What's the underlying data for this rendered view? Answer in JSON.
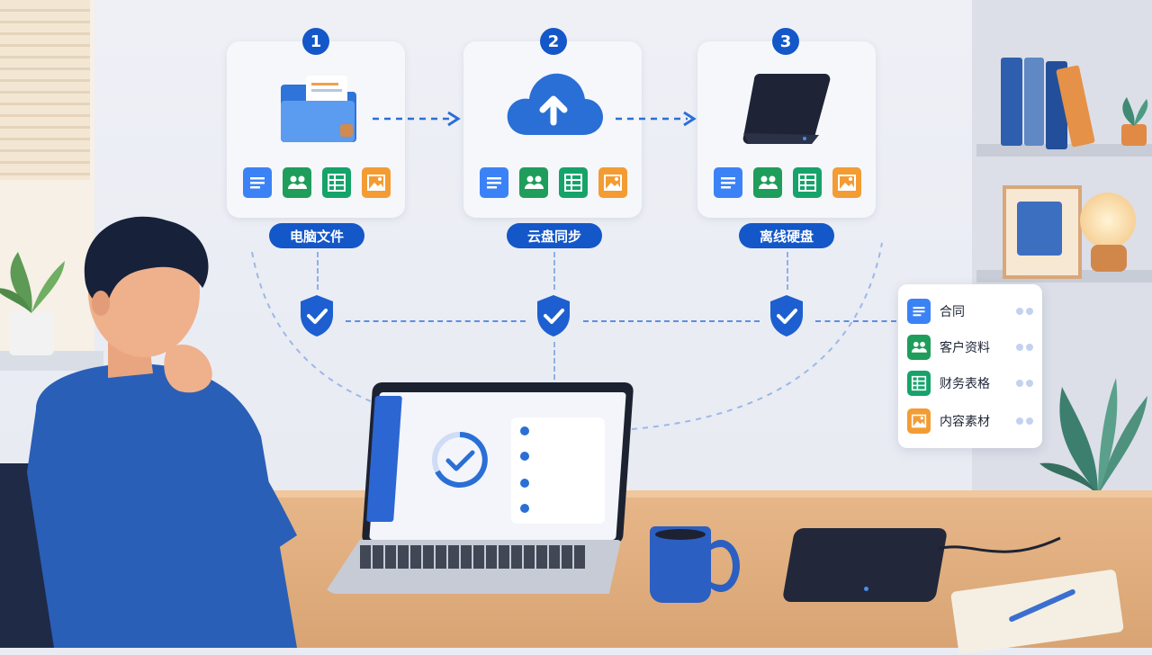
{
  "stages": [
    {
      "number": "1",
      "label": "电脑文件",
      "icon": "folder-icon"
    },
    {
      "number": "2",
      "label": "云盘同步",
      "icon": "cloud-upload-icon"
    },
    {
      "number": "3",
      "label": "离线硬盘",
      "icon": "hard-drive-icon"
    }
  ],
  "file_types": [
    "document-icon",
    "contacts-icon",
    "spreadsheet-icon",
    "image-icon"
  ],
  "file_list": [
    {
      "label": "合同",
      "icon": "document-icon",
      "color": "#3b82f6"
    },
    {
      "label": "客户资料",
      "icon": "contacts-icon",
      "color": "#1f9d5a"
    },
    {
      "label": "财务表格",
      "icon": "spreadsheet-icon",
      "color": "#16a36a"
    },
    {
      "label": "内容素材",
      "icon": "image-icon",
      "color": "#f39c34"
    }
  ],
  "colors": {
    "accent": "#1457c8",
    "shield": "#1d5fd0"
  }
}
